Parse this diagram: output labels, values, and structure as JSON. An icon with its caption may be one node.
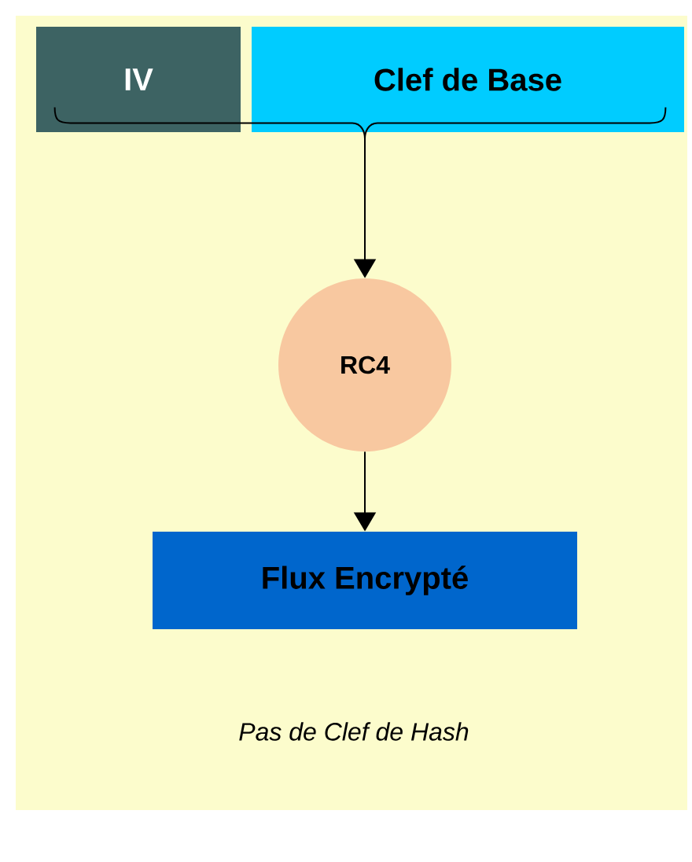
{
  "diagram": {
    "nodes": [
      {
        "text": [
          "IV"
        ]
      },
      {
        "text": [
          "Clef de Base"
        ]
      },
      {
        "text": [
          "RC4"
        ]
      },
      {
        "text": [
          "Flux Encrypté"
        ]
      }
    ],
    "edges": [
      {
        "from": 0,
        "to": 2,
        "arrow": "to"
      },
      {
        "from": 1,
        "to": 2,
        "arrow": "to"
      },
      {
        "from": 2,
        "to": 3,
        "arrow": "to"
      }
    ],
    "labels": [
      "Pas de Clef de Hash"
    ]
  }
}
